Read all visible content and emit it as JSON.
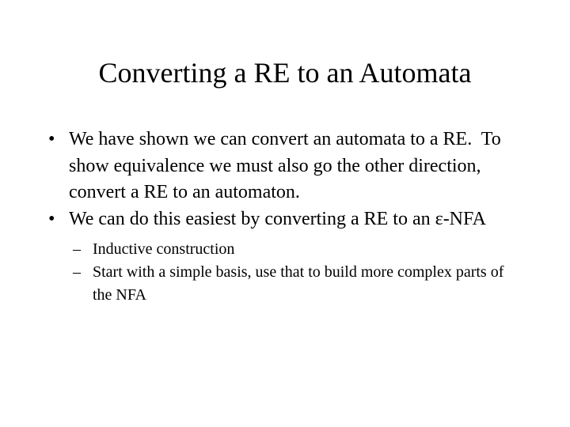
{
  "slide": {
    "title": "Converting a RE to an Automata",
    "background_color": "#ffffff",
    "text_color": "#000000",
    "bullets": [
      {
        "marker": "•",
        "text": "We have shown we can convert an automata to a RE.  To show equivalence we must also go the other direction, convert a RE to an automaton."
      },
      {
        "marker": "•",
        "text": "We can do this easiest by converting a RE to an ε-NFA"
      }
    ],
    "sub_bullets": [
      {
        "marker": "–",
        "text": "Inductive construction"
      },
      {
        "marker": "–",
        "text": "Start with a simple basis, use that to build more complex parts of the NFA"
      }
    ]
  }
}
